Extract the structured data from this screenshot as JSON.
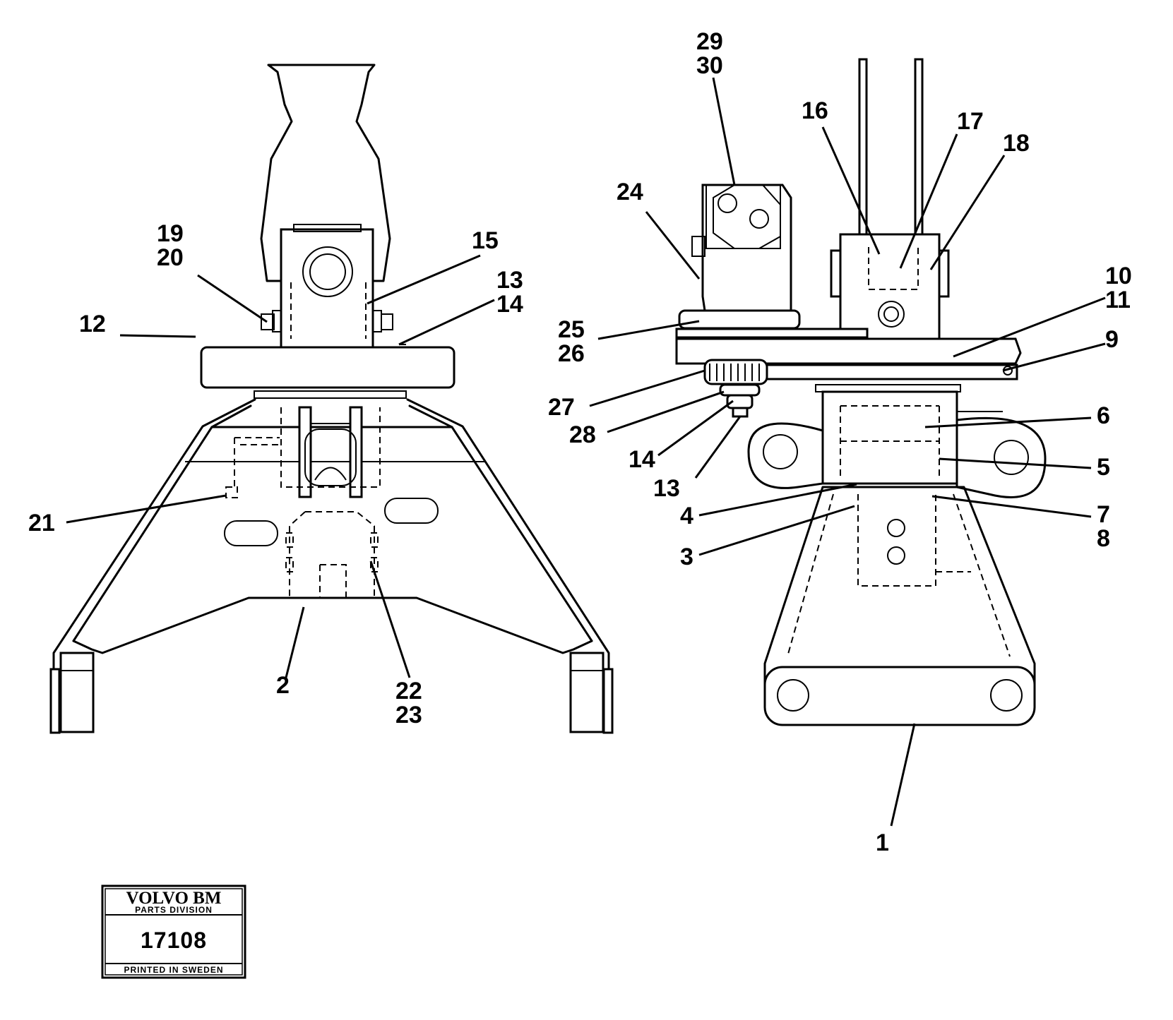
{
  "labels": {
    "l1": "1",
    "l2": "2",
    "l3": "3",
    "l4": "4",
    "l5": "5",
    "l6": "6",
    "l7": "7",
    "l8": "8",
    "l9": "9",
    "l10": "10",
    "l11": "11",
    "l12": "12",
    "l13a": "13",
    "l14a": "14",
    "l13b": "13",
    "l14b": "14",
    "l15": "15",
    "l16": "16",
    "l17": "17",
    "l18": "18",
    "l19": "19",
    "l20": "20",
    "l21": "21",
    "l22": "22",
    "l23": "23",
    "l24": "24",
    "l25": "25",
    "l26": "26",
    "l27": "27",
    "l28": "28",
    "l29": "29",
    "l30": "30"
  },
  "stamp": {
    "brand": "VOLVO BM",
    "division": "PARTS DIVISION",
    "number": "17108",
    "footer": "PRINTED IN SWEDEN"
  }
}
